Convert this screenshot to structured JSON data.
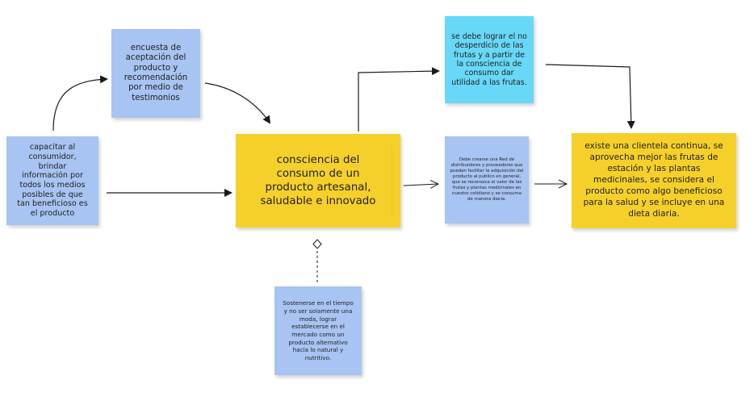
{
  "notes": {
    "capacitar": "capacitar al consumidor, brindar información por todos los medios posibles de que tan beneficioso es el producto",
    "encuesta": "encuesta de aceptación del producto y recomendación por medio de testimonios",
    "central": "consciencia del consumo de un producto artesanal, saludable e innovado",
    "desperdicio": "se debe lograr el no desperdicio de las frutas y a partir de la consciencia de consumo dar utilidad a las frutas.",
    "red": "Debe crearse una Red de distribuidores y proveedores que puedan facilitar la adquisición del producto al publico en general, que se reconozca el valor de las frutas y plantas medicinales en nuestro cotidiano y se consuma de manera diaria.",
    "sostenerse": "Sostenerse en el tiempo y no ser solamente una moda, lograr establecerse en el mercado como un producto alternativo hacia lo natural y nutritivo.",
    "clientela": "existe una clientela continua, se aprovecha mejor las frutas de estación y las plantas medicinales, se considera el producto como algo beneficioso para la salud y se incluye en una dieta diaria."
  },
  "colors": {
    "blue_note": "#a7c4f2",
    "cyan_note": "#68d8f8",
    "yellow_note": "#f5d02a",
    "connector": "#1a1a1a"
  }
}
